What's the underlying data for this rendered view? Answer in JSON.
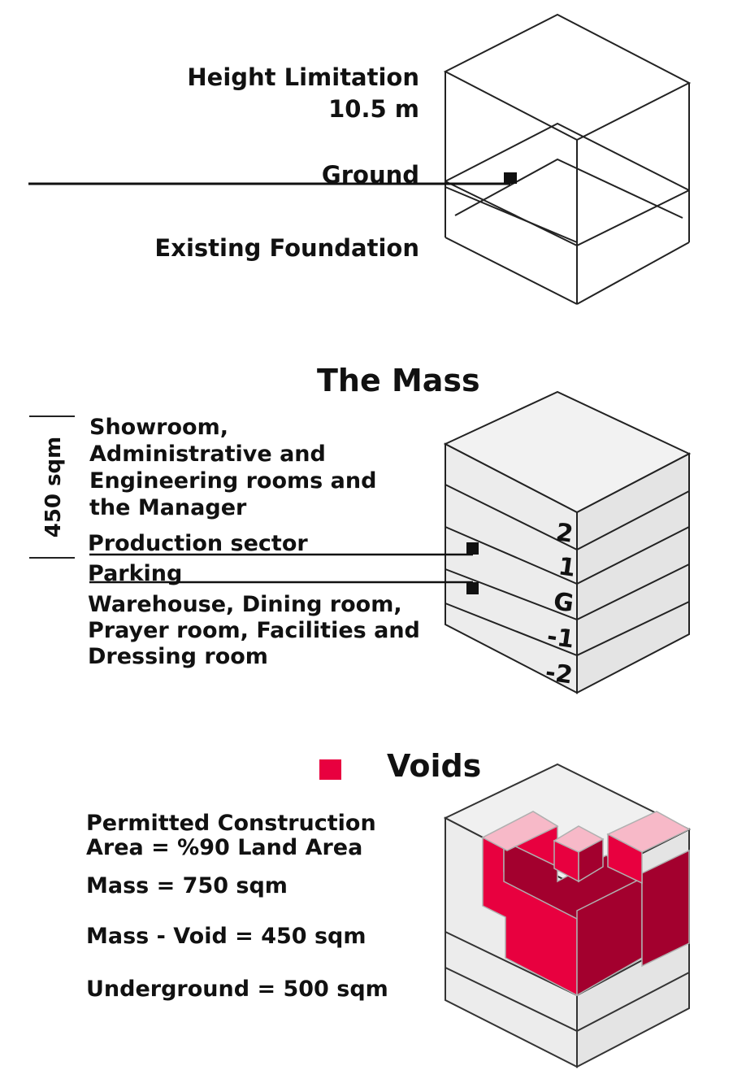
{
  "section1": {
    "height_limitation": "Height Limitation",
    "height_value": "10.5 m",
    "ground": "Ground",
    "existing_foundation": "Existing Foundation"
  },
  "section2": {
    "title": "The Mass",
    "area_label": "450 sqm",
    "upper_floors_lines": [
      "Showroom,",
      "Administrative and",
      "Engineering rooms and",
      "the Manager"
    ],
    "production": "Production sector",
    "parking": "Parking",
    "basement_lines": [
      "Warehouse, Dining room,",
      "Prayer room, Facilities and",
      "Dressing room"
    ],
    "floor_labels": [
      "2",
      "1",
      "G",
      "-1",
      "-2"
    ]
  },
  "section3": {
    "title": "Voids",
    "permitted_line1": "Permitted Construction",
    "permitted_line2": "Area =  %90  Land Area",
    "mass": "Mass  = 750  sqm",
    "mass_void": "Mass - Void = 450  sqm",
    "underground": "Underground = 500 sqm"
  },
  "colors": {
    "void_front": "#e8003f",
    "void_side": "#a3002e",
    "void_top": "#f7b9c8",
    "mass_fill": "#eeeeee",
    "line": "#111111"
  }
}
